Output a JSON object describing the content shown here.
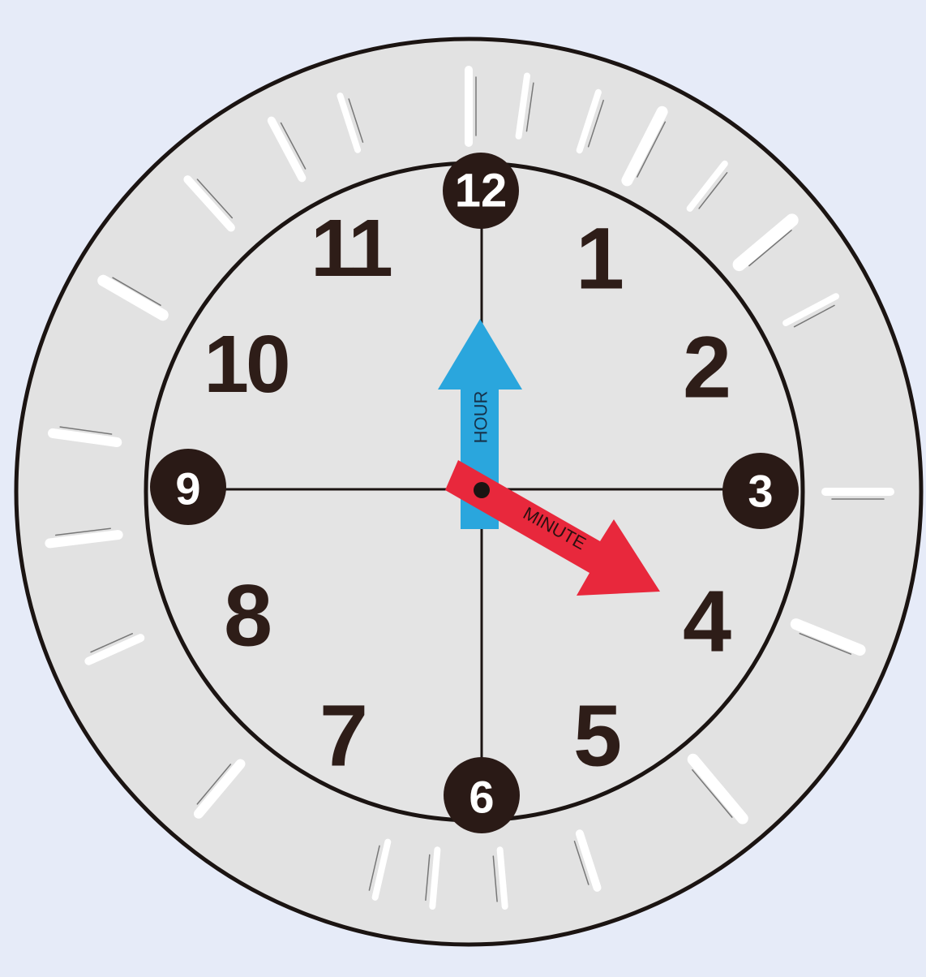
{
  "clock": {
    "time_shown": {
      "hour": 12,
      "minute": 20
    },
    "numerals": {
      "n1": "1",
      "n2": "2",
      "n3": "3",
      "n4": "4",
      "n5": "5",
      "n6": "6",
      "n7": "7",
      "n8": "8",
      "n9": "9",
      "n10": "10",
      "n11": "11",
      "n12": "12"
    },
    "hour_hand_label": "HOUR",
    "minute_hand_label": "MINUTE",
    "colors": {
      "background": "#e6ebf8",
      "face": "#e4e4e4",
      "outline": "#1b1412",
      "numeral": "#2e1d18",
      "badge": "#2a1a16",
      "hour_hand": "#2aa6dd",
      "minute_hand": "#e8283c"
    },
    "icons": {
      "hour_hand": "arrow-up-icon",
      "minute_hand": "arrow-down-right-icon"
    }
  }
}
